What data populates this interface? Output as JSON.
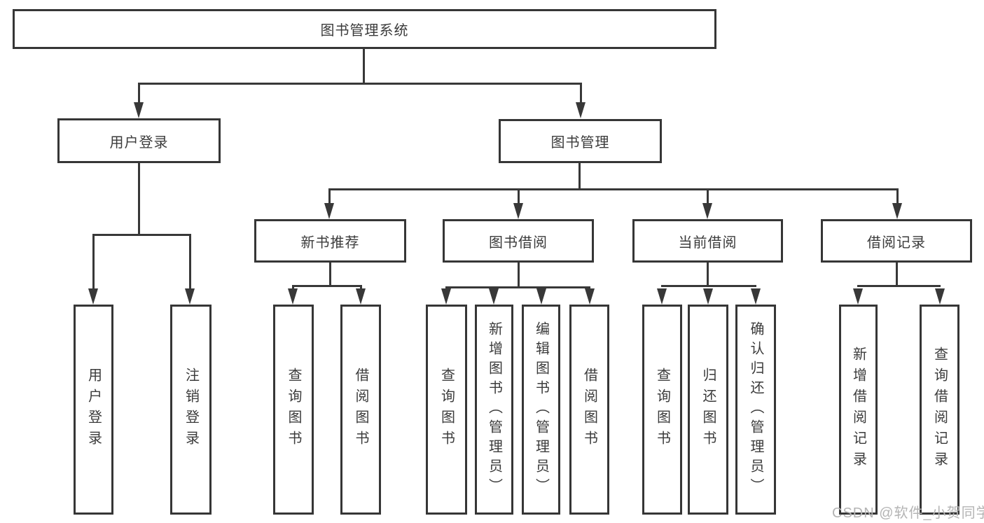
{
  "root": {
    "label": "图书管理系统"
  },
  "branches": [
    {
      "label": "用户登录",
      "children": [
        {
          "label": "用户登录"
        },
        {
          "label": "注销登录"
        }
      ]
    },
    {
      "label": "图书管理",
      "sections": [
        {
          "label": "新书推荐",
          "children": [
            {
              "label": "查询图书"
            },
            {
              "label": "借阅图书"
            }
          ]
        },
        {
          "label": "图书借阅",
          "children": [
            {
              "label": "查询图书"
            },
            {
              "label": "新增图书（管理员）"
            },
            {
              "label": "编辑图书（管理员）"
            },
            {
              "label": "借阅图书"
            }
          ]
        },
        {
          "label": "当前借阅",
          "children": [
            {
              "label": "查询图书"
            },
            {
              "label": "归还图书"
            },
            {
              "label": "确认归还（管理员）"
            }
          ]
        },
        {
          "label": "借阅记录",
          "children": [
            {
              "label": "新增借阅记录"
            },
            {
              "label": "查询借阅记录"
            }
          ]
        }
      ]
    }
  ],
  "watermark": "CSDN @软件_小贺同学",
  "colors": {
    "line": "#383838",
    "box_border": "#363636",
    "text": "#3b3b3b",
    "background": "#ffffff",
    "watermark": "#b4b4b4"
  }
}
